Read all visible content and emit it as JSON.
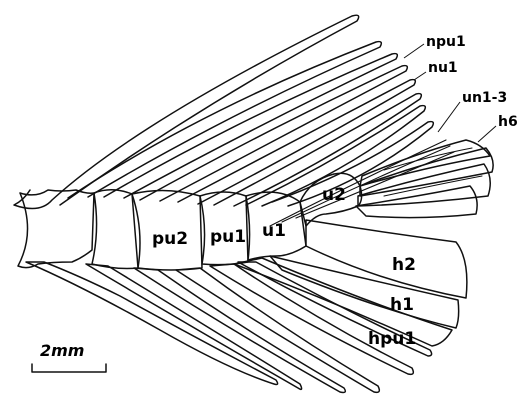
{
  "labels": {
    "npu1": "npu1",
    "nu1": "nu1",
    "un1_3": "un1-3",
    "h6": "h6",
    "u2": "u2",
    "u1": "u1",
    "pu1": "pu1",
    "pu2": "pu2",
    "h2": "h2",
    "h1": "h1",
    "hpu1": "hpu1"
  },
  "scale_bar": {
    "label": "2mm"
  },
  "colors": {
    "ink": "#111111",
    "background": "#ffffff"
  }
}
